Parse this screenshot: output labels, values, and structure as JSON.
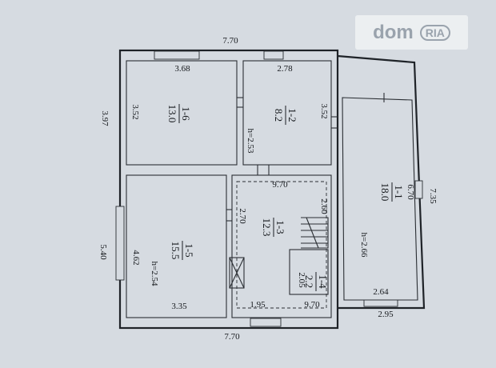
{
  "watermark": {
    "word": "dom",
    "badge": "RIA"
  },
  "dimensions": {
    "top_width": "7.70",
    "bottom_width": "7.70",
    "left_upper": "3.97",
    "left_lower": "5.40",
    "right_total": "7.35",
    "right_bottom": "2.95",
    "room6_width": "3.68",
    "room6_height": "3.52",
    "room2_width": "2.78",
    "room2_height": "3.52",
    "room2_ceiling": "h=2.53",
    "room1_height": "6.70",
    "room1_width": "2.64",
    "room1_ceiling": "h=2.66",
    "room3_top": "9.70",
    "room3_left": "2.70",
    "room3_stair": "2.60",
    "room3_bottom_a": "1.95",
    "room3_bottom_b": "9.70",
    "room4_height": "2.05",
    "room5_height": "4.62",
    "room5_width": "3.35",
    "room5_ceiling": "h=2.54"
  },
  "rooms": [
    {
      "id": "1-6",
      "area": "13.0"
    },
    {
      "id": "1-2",
      "area": "8.2"
    },
    {
      "id": "1-1",
      "area": "18.0"
    },
    {
      "id": "1-3",
      "area": "12.3"
    },
    {
      "id": "1-4",
      "area": "2.2"
    },
    {
      "id": "1-5",
      "area": "15.5"
    }
  ]
}
